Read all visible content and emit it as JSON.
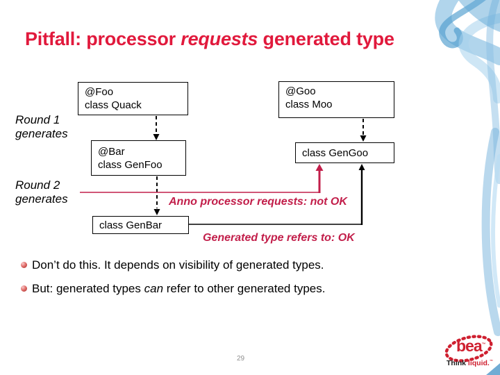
{
  "slide": {
    "title_part1": "Pitfall: processor ",
    "title_italic": "requests",
    "title_part2": " generated type",
    "page_number": "29"
  },
  "diagram": {
    "round1": {
      "line1": "Round 1",
      "line2": "generates"
    },
    "round2": {
      "line1": "Round 2",
      "line2": "generates"
    },
    "boxes": {
      "foo": {
        "line1": "@Foo",
        "line2": "class Quack"
      },
      "goo": {
        "line1": "@Goo",
        "line2": "class Moo"
      },
      "bar": {
        "line1": "@Bar",
        "line2": "class GenFoo"
      },
      "gengoo": {
        "text": "class GenGoo"
      },
      "genbar": {
        "text": "class GenBar"
      }
    },
    "annotation_not_ok": "Anno processor requests: not OK",
    "annotation_ok": "Generated type refers to: OK"
  },
  "bullets": {
    "first": "Don’t do this. It depends on visibility of generated types.",
    "second_pre": "But: generated types ",
    "second_italic": "can",
    "second_post": " refer to other generated types."
  },
  "logo": {
    "brand": "bea",
    "brand_tm": "™",
    "tagline_black": "Think ",
    "tagline_red": "liquid.",
    "tagline_tm": "™"
  },
  "colors": {
    "title_red": "#e1193c",
    "annotation_red": "#c21e4a",
    "logo_red": "#cf2030",
    "swirl_blue": "#6fb0da"
  }
}
